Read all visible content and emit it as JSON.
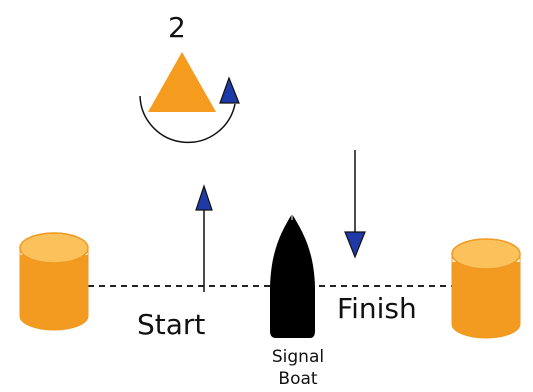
{
  "diagram": {
    "mark_number": "2",
    "start_label": "Start",
    "finish_label": "Finish",
    "signal_boat_label": "Signal Boat",
    "colors": {
      "mark": "#f59b1e",
      "buoy": "#f39a20",
      "buoy_top": "#fbc15a",
      "arrow": "#1e3aa8",
      "boat": "#000000",
      "line": "#222222"
    },
    "icons": {
      "left_buoy": "cylinder-buoy-icon",
      "right_buoy": "cylinder-buoy-icon",
      "mark": "triangle-mark-icon",
      "rounding": "counterclockwise-arrow-icon",
      "boat": "signal-boat-icon"
    }
  }
}
